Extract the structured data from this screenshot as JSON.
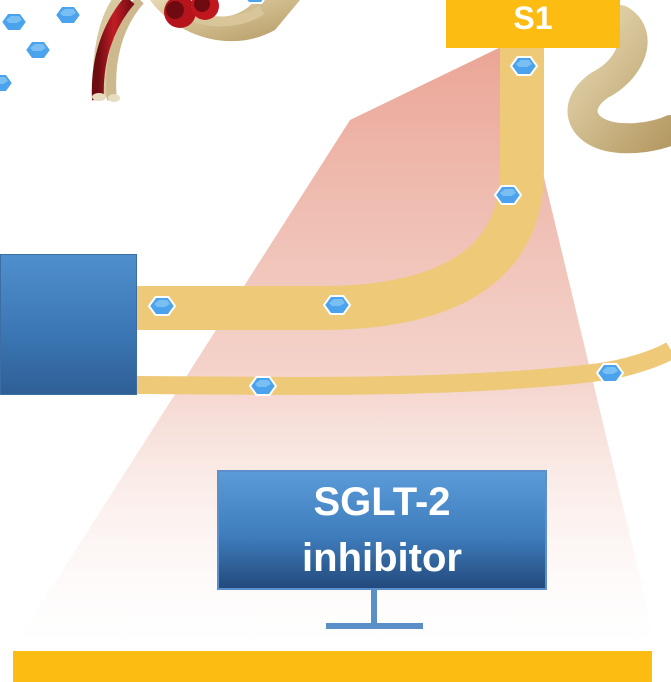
{
  "labels": {
    "segment": "S1",
    "drug_line1": "SGLT-2",
    "drug_line2": "inhibitor"
  },
  "icons": {
    "glucose": "hexagon-molecule-icon",
    "blood_vessel": "blood-vessel-icon",
    "tubule": "renal-tubule-icon"
  },
  "colors": {
    "highlight": "#fdbc12",
    "box_blue": "#3f7dbd",
    "tubule": "#edc978",
    "beam": "#e9a090",
    "molecule": "#4aa3ec"
  }
}
